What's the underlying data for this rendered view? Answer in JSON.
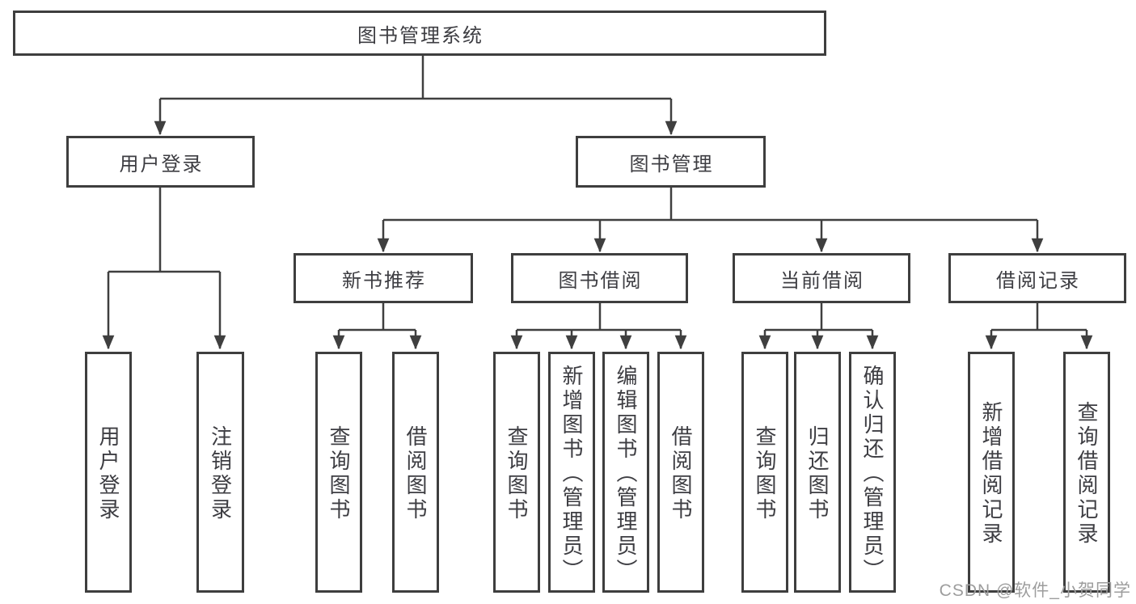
{
  "tree": {
    "label": "图书管理系统",
    "children": [
      {
        "label": "用户登录",
        "children": [
          {
            "label": "用户登录"
          },
          {
            "label": "注销登录"
          }
        ]
      },
      {
        "label": "图书管理",
        "children": [
          {
            "label": "新书推荐",
            "children": [
              {
                "label": "查询图书"
              },
              {
                "label": "借阅图书"
              }
            ]
          },
          {
            "label": "图书借阅",
            "children": [
              {
                "label": "查询图书"
              },
              {
                "label": "新增图书（管理员）"
              },
              {
                "label": "编辑图书（管理员）"
              },
              {
                "label": "借阅图书"
              }
            ]
          },
          {
            "label": "当前借阅",
            "children": [
              {
                "label": "查询图书"
              },
              {
                "label": "归还图书"
              },
              {
                "label": "确认归还（管理员）"
              }
            ]
          },
          {
            "label": "借阅记录",
            "children": [
              {
                "label": "新增借阅记录"
              },
              {
                "label": "查询借阅记录"
              }
            ]
          }
        ]
      }
    ]
  },
  "watermark": "CSDN @软件_小贺同学",
  "colors": {
    "line": "#3f3f3f",
    "text": "#3d3d42",
    "watermark": "#9d9d9d",
    "background": "#ffffff"
  }
}
